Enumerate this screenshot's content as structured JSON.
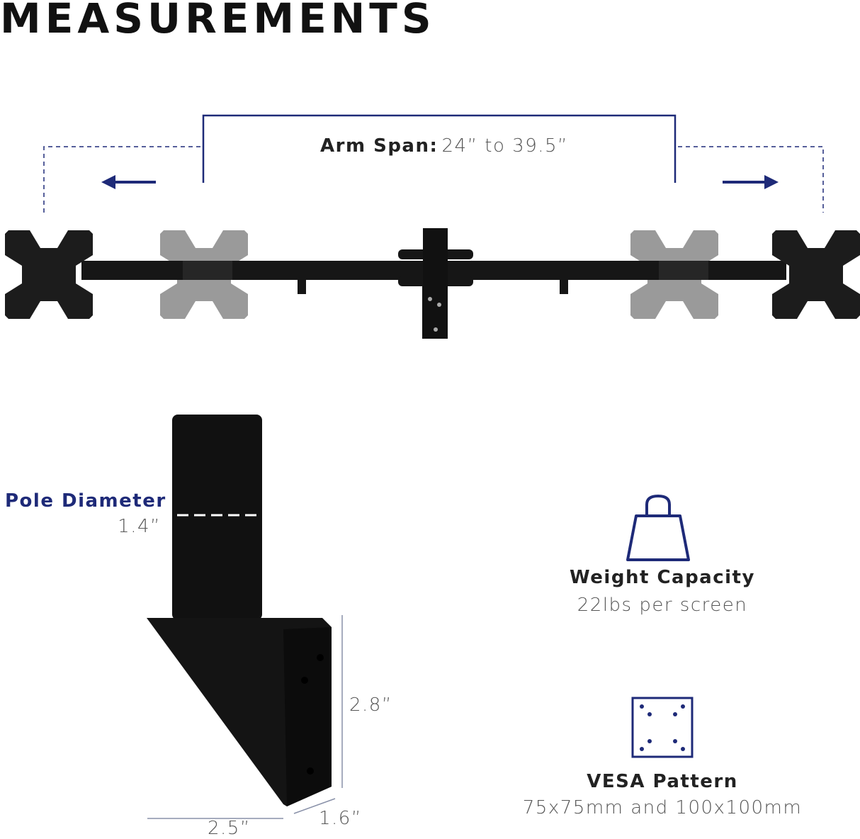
{
  "title": "MEASUREMENTS",
  "arm_span": {
    "label": "Arm Span:",
    "value": "24” to 39.5”"
  },
  "pole_diameter": {
    "label": "Pole Diameter",
    "value": "1.4”"
  },
  "bracket_dimensions": {
    "height": "2.8”",
    "depth": "1.6”",
    "width": "2.5”"
  },
  "weight_capacity": {
    "label": "Weight Capacity",
    "value": "22lbs per screen",
    "icon": "weight-icon"
  },
  "vesa": {
    "label": "VESA Pattern",
    "value": "75x75mm and 100x100mm",
    "icon": "vesa-pattern-icon"
  },
  "colors": {
    "accent": "#1e2a78",
    "product": "#151515",
    "ghost": "#8a8a8a"
  }
}
